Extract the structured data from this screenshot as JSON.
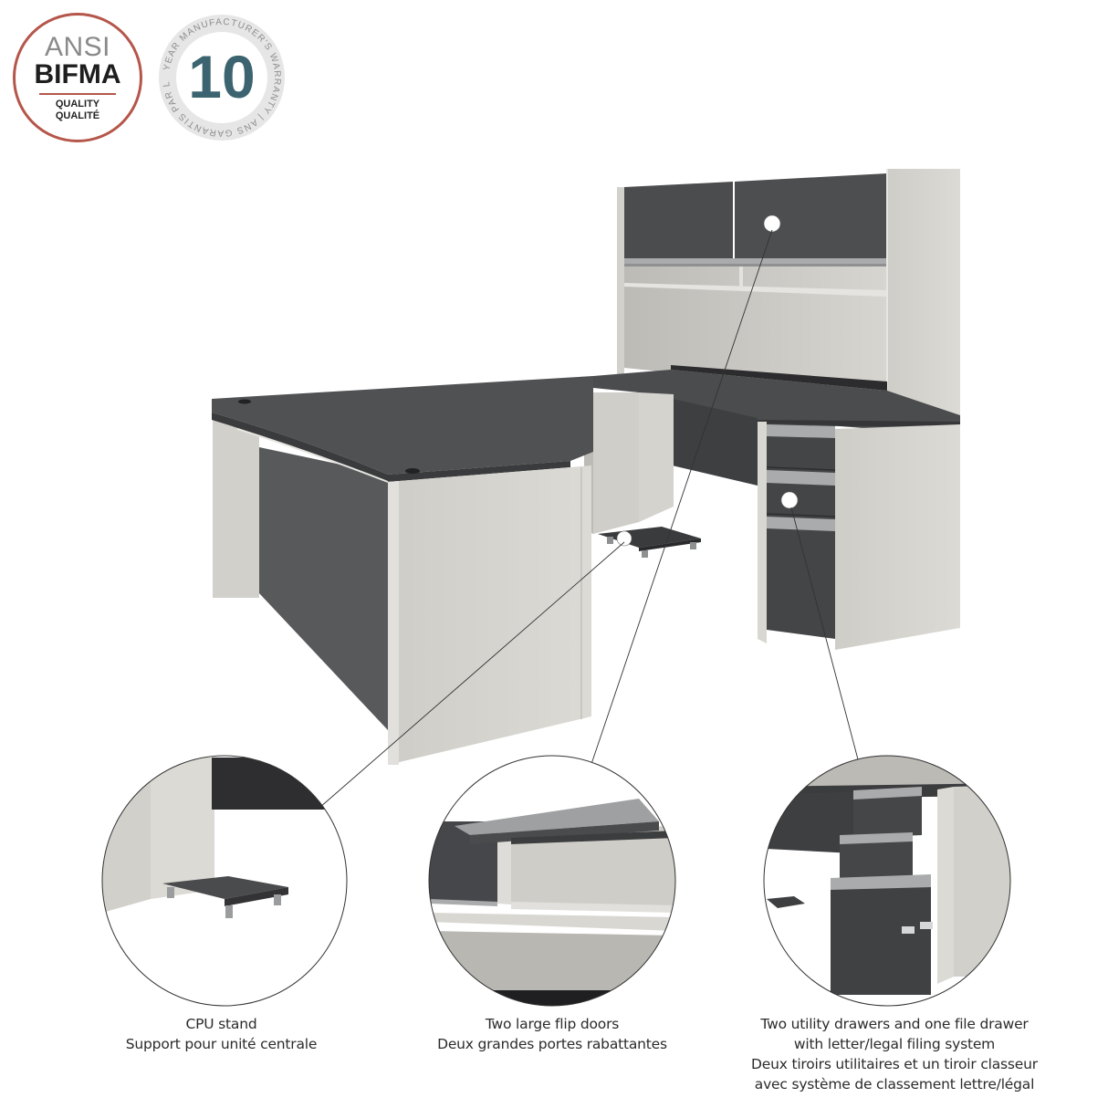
{
  "badges": {
    "ansi": {
      "line1": "ANSI",
      "line2": "BIFMA",
      "line3": "QUALITY",
      "line4": "QUALITÉ",
      "ring_color": "#b5564a"
    },
    "warranty": {
      "number": "10",
      "ring_text": "YEAR MANUFACTURER'S WARRANTY  |  ANS GARANTIS PAR LE FABRICANT  |",
      "number_color": "#3b6470"
    }
  },
  "product": {
    "description": "U-shaped desk with hutch, slate and sandstone finish",
    "colors": {
      "slate": "#4a4b4d",
      "sandstone": "#d6d4cf",
      "aluminum": "#a9abad"
    }
  },
  "callouts": [
    {
      "title": "CPU stand",
      "subtitle_fr": "Support pour unité centrale"
    },
    {
      "title": "Two large flip doors",
      "subtitle_fr": "Deux grandes portes rabattantes"
    },
    {
      "title": "Two utility drawers and one file drawer",
      "title_line2": "with letter/legal filing system",
      "subtitle_fr": "Deux tiroirs utilitaires et un tiroir classeur",
      "subtitle_fr_line2": "avec système de classement lettre/légal"
    }
  ]
}
